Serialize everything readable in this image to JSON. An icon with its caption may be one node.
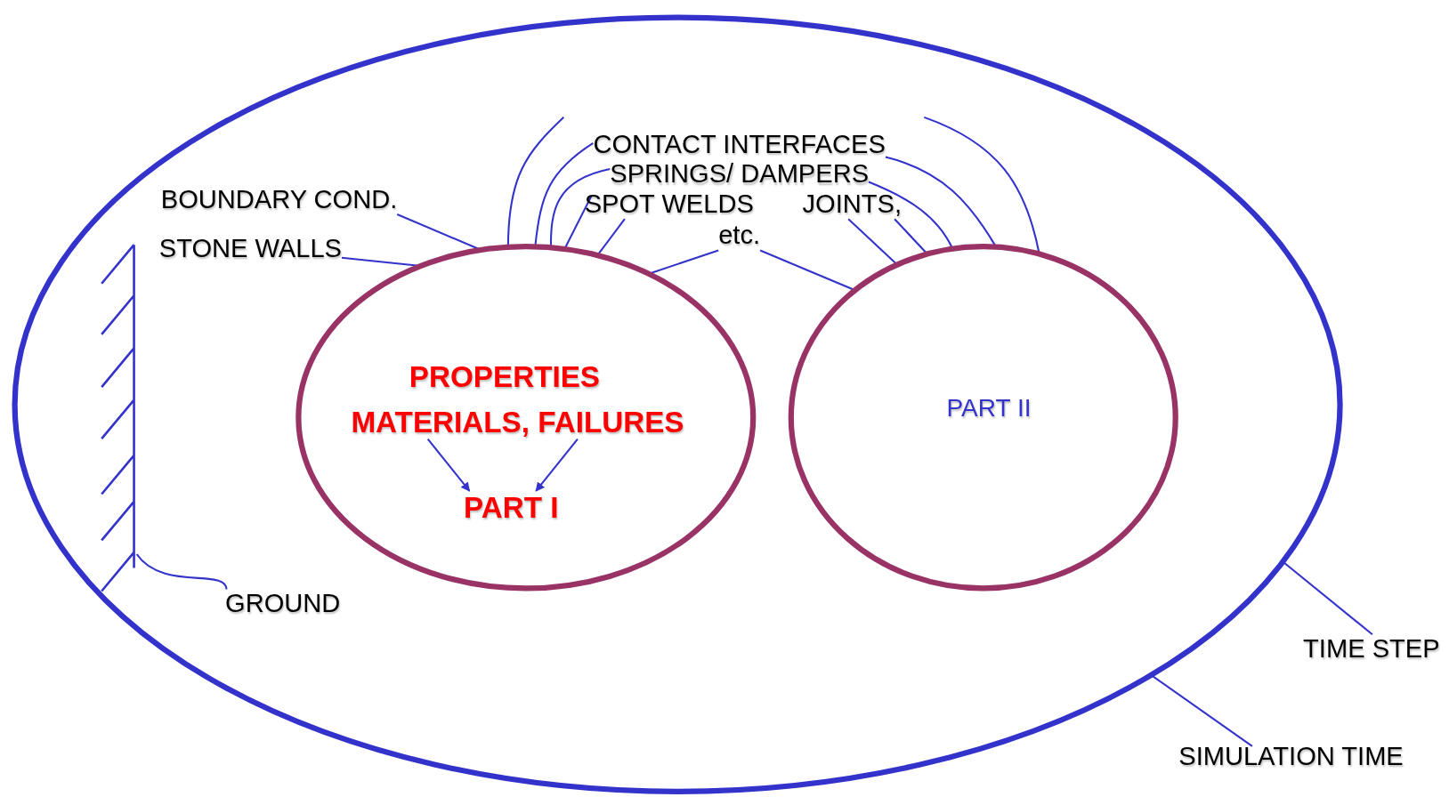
{
  "diagram": {
    "nodes": [
      {
        "text": [],
        "shape": "circle"
      },
      {
        "text": [],
        "shape": "circle",
        "in": 0
      },
      {
        "text": [
          "PROPERTIES",
          "MATERIALS, FAILURES"
        ],
        "in": 1
      },
      {
        "text": [
          "PART I"
        ],
        "in": 1
      },
      {
        "text": [
          "PART II"
        ],
        "in": 0
      },
      {
        "text": [],
        "shape": "bar",
        "in": 0
      },
      {
        "text": [
          "BOUNDARY COND."
        ],
        "in": 0
      },
      {
        "text": [
          "STONE WALLS"
        ],
        "in": 0
      },
      {
        "text": [
          "CONTACT INTERFACES"
        ],
        "in": 0
      },
      {
        "text": [
          "SPRINGS/ DAMPERS"
        ],
        "in": 0
      },
      {
        "text": [
          "SPOT WELDS"
        ],
        "in": 0
      },
      {
        "text": [
          "JOINTS,"
        ],
        "in": 0
      },
      {
        "text": [
          "etc."
        ],
        "in": 0
      },
      {
        "text": [
          "GROUND"
        ],
        "in": 0
      },
      {
        "text": [
          "TIME STEP"
        ]
      },
      {
        "text": [
          "SIMULATION TIME"
        ]
      }
    ],
    "edges": [
      {
        "from": 2,
        "to": 3,
        "arrow": "to"
      },
      {
        "from": 2,
        "to": 3,
        "arrow": "to"
      },
      {
        "from": 6,
        "to": 1,
        "arrow": "none"
      },
      {
        "from": 7,
        "to": 1,
        "arrow": "none"
      },
      {
        "from": null,
        "to": 1,
        "arrow": "none"
      },
      {
        "from": 8,
        "to": 1,
        "arrow": "none"
      },
      {
        "from": 9,
        "to": 1,
        "arrow": "none"
      },
      {
        "from": 10,
        "to": 1,
        "arrow": "none"
      },
      {
        "from": 10,
        "to": 1,
        "arrow": "none"
      },
      {
        "from": 12,
        "to": 1,
        "arrow": "none"
      },
      {
        "from": null,
        "to": 4,
        "arrow": "none"
      },
      {
        "from": 8,
        "to": 4,
        "arrow": "none"
      },
      {
        "from": 9,
        "to": 4,
        "arrow": "none"
      },
      {
        "from": 11,
        "to": 4,
        "arrow": "none"
      },
      {
        "from": 11,
        "to": 4,
        "arrow": "none"
      },
      {
        "from": 12,
        "to": 4,
        "arrow": "none"
      },
      {
        "from": 13,
        "to": 5,
        "arrow": "none"
      },
      {
        "from": 14,
        "to": 0,
        "arrow": "none"
      },
      {
        "from": 15,
        "to": 0,
        "arrow": "none"
      }
    ]
  }
}
